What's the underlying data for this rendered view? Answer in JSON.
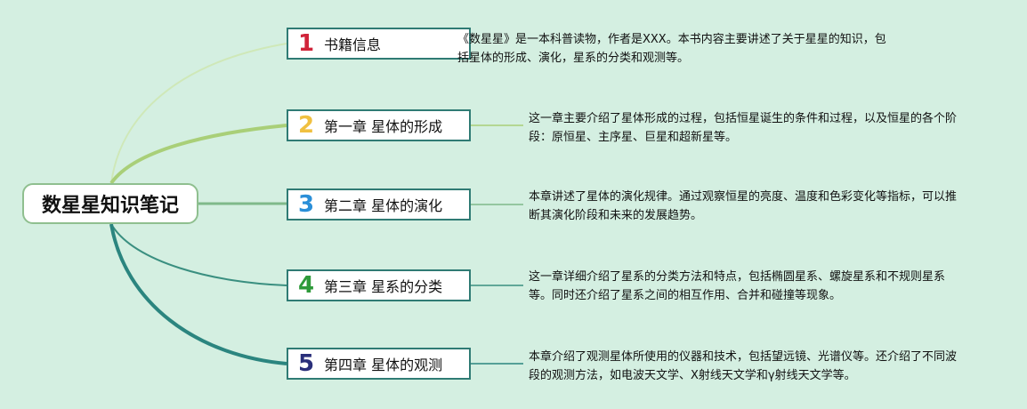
{
  "root": {
    "title": "数星星知识笔记"
  },
  "branches": [
    {
      "number": "1",
      "title": "书籍信息",
      "color": "#d0243a",
      "description": "《数星星》是一本科普读物，作者是XXX。本书内容主要讲述了关于星星的知识，包括星体的形成、演化，星系的分类和观测等。"
    },
    {
      "number": "2",
      "title": "第一章 星体的形成",
      "color": "#f0c040",
      "description": "这一章主要介绍了星体形成的过程，包括恒星诞生的条件和过程，以及恒星的各个阶段：原恒星、主序星、巨星和超新星等。"
    },
    {
      "number": "3",
      "title": "第二章 星体的演化",
      "color": "#2a8fd8",
      "description": "本章讲述了星体的演化规律。通过观察恒星的亮度、温度和色彩变化等指标，可以推断其演化阶段和未来的发展趋势。"
    },
    {
      "number": "4",
      "title": "第三章 星系的分类",
      "color": "#2e9a3a",
      "description": "这一章详细介绍了星系的分类方法和特点，包括椭圆星系、螺旋星系和不规则星系等。同时还介绍了星系之间的相互作用、合并和碰撞等现象。"
    },
    {
      "number": "5",
      "title": "第四章 星体的观测",
      "color": "#2a2f7a",
      "description": "本章介绍了观测星体所使用的仪器和技术，包括望远镜、光谱仪等。还介绍了不同波段的观测方法，如电波天文学、X射线天文学和γ射线天文学等。"
    }
  ]
}
